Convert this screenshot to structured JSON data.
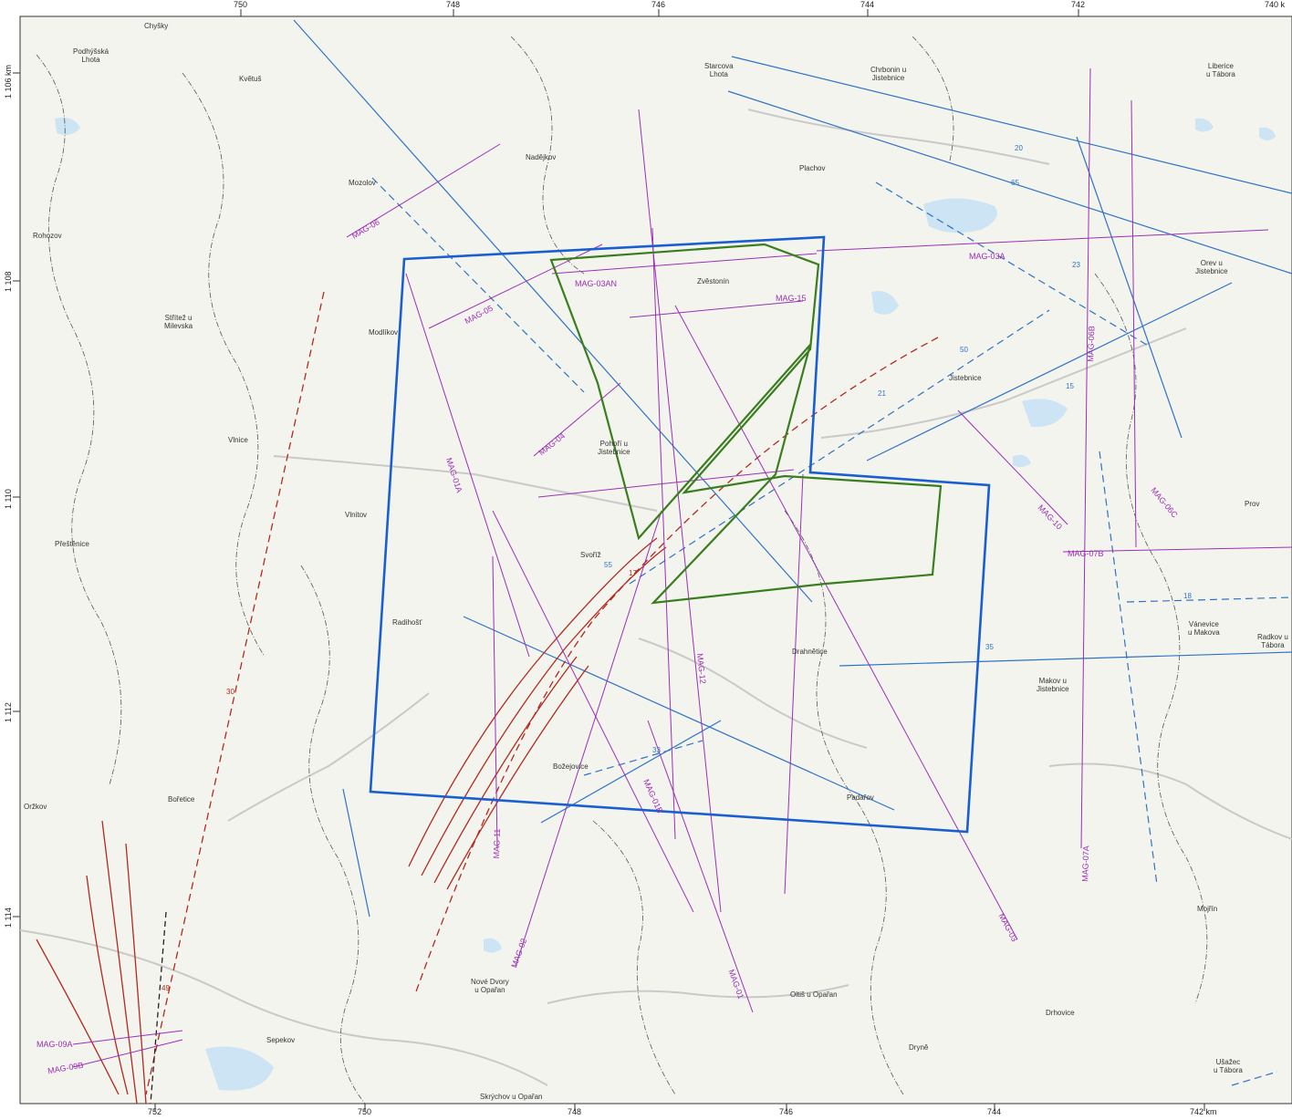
{
  "map": {
    "top_ticks": [
      "750",
      "748",
      "746",
      "744",
      "742",
      "740 k"
    ],
    "bottom_ticks": [
      "752",
      "750",
      "748",
      "746",
      "744",
      "742 km"
    ],
    "left_ticks": [
      "1 106 km",
      "1 108",
      "1 110",
      "1 112",
      "1 114"
    ],
    "colors": {
      "background": "#f4f4ef",
      "survey_boundary": "#1a5fd0",
      "target_polygon": "#3a7d1e",
      "profile_line": "#9b2fb5",
      "fault_red": "#b22a1c",
      "fault_blue": "#2f73c4",
      "road": "#c9c9c9",
      "water": "#cde4f5",
      "admin_boundary": "#555555"
    },
    "places": [
      "Podhýšská\nLhota",
      "Chyšky",
      "Květuš",
      "Mozolov",
      "Nadějkov",
      "Starcova\nLhota",
      "Chrbonin u\nJistebnice",
      "Liberice\nu Tábora",
      "Rohozov",
      "Plachov",
      "Střítež u\nMilevska",
      "Modlíkov",
      "Pohoří u\nJistebnice",
      "Orev u\nJistebnice",
      "Jistebnice",
      "Vlnice",
      "Svoříž",
      "Přeštěnice",
      "Radihošť",
      "Drahnětice",
      "Makov u\nJistebnice",
      "Vánevice\nu Makova",
      "Prov",
      "Radkov u\nTábora",
      "Božejovice",
      "Bořetice",
      "Padařov",
      "Nové Dvory\nu Opařan",
      "Oltiš u Opařan",
      "Drhovice",
      "Dryně",
      "Sepekov",
      "Skrýchov u Opařan",
      "Mojřín",
      "Ušažec\nu Tábora",
      "Zvěstonín",
      "Vlnitov",
      "Oržkov"
    ],
    "profiles": [
      "MAG-06",
      "MAG-05",
      "MAG-03AN",
      "MAG-15",
      "MAG-03A",
      "MAG-04",
      "MAG-01A",
      "MAG-06B",
      "MAG-06C",
      "MAG-10",
      "MAG-07B",
      "MAG-12",
      "MAG-11",
      "MAG-01B",
      "MAG-07A",
      "MAG-02",
      "MAG-01",
      "MAG-03",
      "MAG-09A",
      "MAG-09B"
    ],
    "fault_labels": [
      "20",
      "65",
      "35",
      "15",
      "55",
      "50",
      "49",
      "18",
      "33",
      "21",
      "23",
      "17",
      "30"
    ]
  }
}
